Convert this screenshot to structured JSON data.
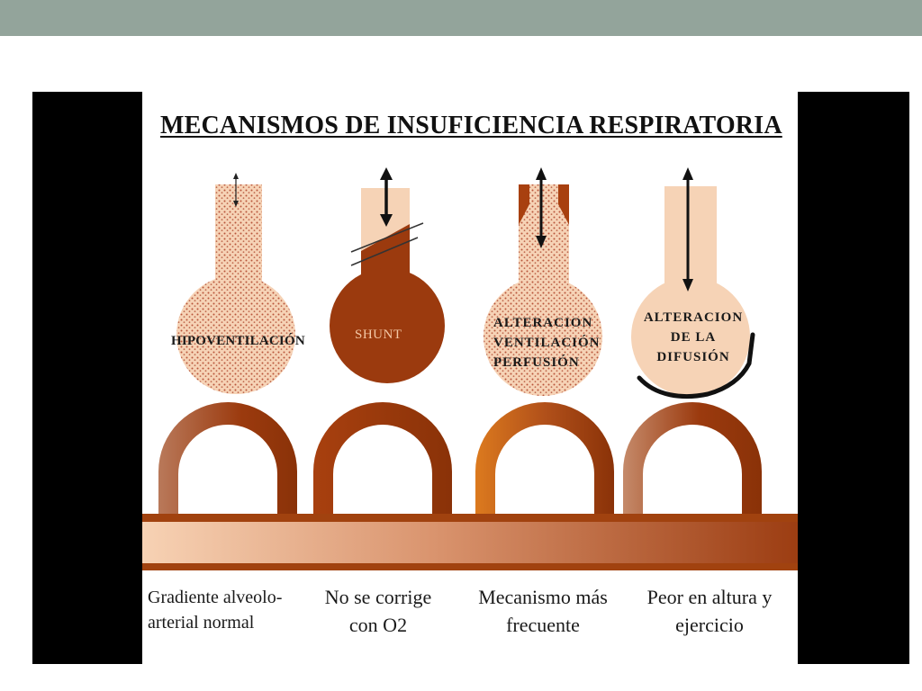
{
  "title": "MECANISMOS DE INSUFICIENCIA RESPIRATORIA",
  "alveoli": [
    {
      "label": "HIPOVENTILACIÓN",
      "fill": "dotted-peach"
    },
    {
      "label": "SHUNT",
      "fill": "solid-brown"
    },
    {
      "label_lines": [
        "ALTERACION",
        "VENTILACIÓN",
        "PERFUSIÓN"
      ],
      "fill": "dotted-peach"
    },
    {
      "label_lines": [
        "ALTERACION",
        "DE LA",
        "DIFUSIÓN"
      ],
      "fill": "plain-peach"
    }
  ],
  "captions": [
    {
      "lines": [
        "Gradiente alveolo-",
        "arterial normal"
      ]
    },
    {
      "lines": [
        "No se corrige",
        "con O2"
      ]
    },
    {
      "lines": [
        "Mecanismo más",
        "frecuente"
      ]
    },
    {
      "lines": [
        "Peor en altura y",
        "ejercicio"
      ]
    }
  ],
  "colors": {
    "header_bar": "#93a49b",
    "background_panel": "#000000",
    "peach": "#f6d3b6",
    "dots": "#b8553a",
    "brown": "#9b3a0e",
    "dark_brown": "#8a3208"
  }
}
